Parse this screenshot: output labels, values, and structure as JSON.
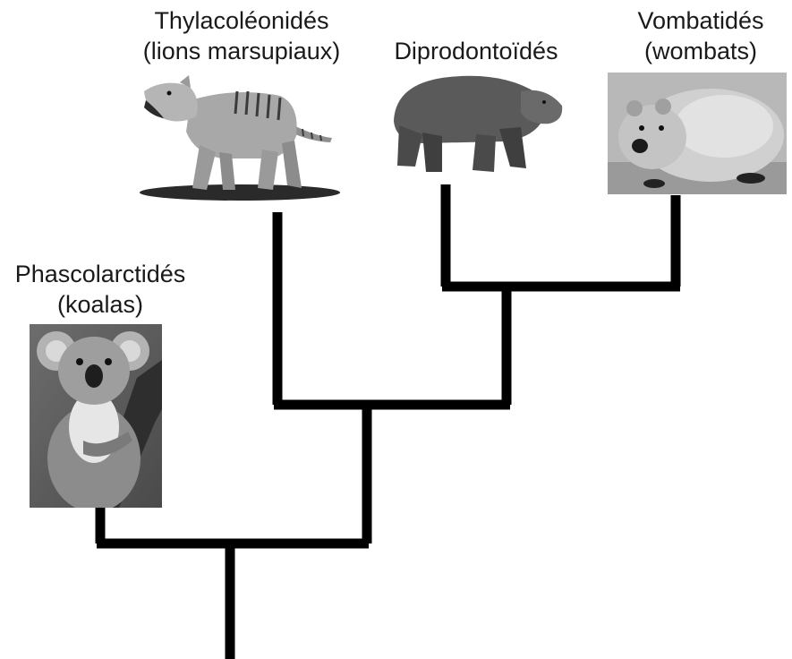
{
  "diagram": {
    "type": "cladogram",
    "taxa": [
      {
        "id": "koalas",
        "name": "Phascolarctidés",
        "common": "(koalas)"
      },
      {
        "id": "thylacoleonids",
        "name": "Thylacoléonidés",
        "common": "(lions marsupiaux)"
      },
      {
        "id": "diprotodontoids",
        "name": "Diprodontoïdés",
        "common": ""
      },
      {
        "id": "wombats",
        "name": "Vombatidés",
        "common": "(wombats)"
      }
    ],
    "topology": "(koalas, (thylacoleonids, (diprotodontoids, wombats)))"
  },
  "labels": {
    "koalas_name": "Phascolarctidés",
    "koalas_common": "(koalas)",
    "thylacoleonids_name": "Thylacoléonidés",
    "thylacoleonids_common": "(lions marsupiaux)",
    "diprotodontoids_name": "Diprodontoïdés",
    "wombats_name": "Vombatidés",
    "wombats_common": "(wombats)"
  },
  "colors": {
    "branch": "#000000",
    "text": "#1a1a1a"
  }
}
